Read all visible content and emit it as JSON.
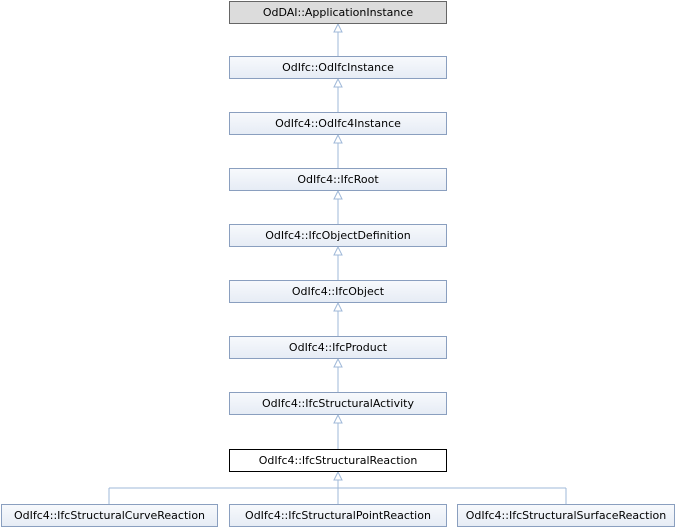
{
  "hierarchy": {
    "ancestors": [
      {
        "label": "OdDAI::ApplicationInstance"
      },
      {
        "label": "OdIfc::OdIfcInstance"
      },
      {
        "label": "OdIfc4::OdIfc4Instance"
      },
      {
        "label": "OdIfc4::IfcRoot"
      },
      {
        "label": "OdIfc4::IfcObjectDefinition"
      },
      {
        "label": "OdIfc4::IfcObject"
      },
      {
        "label": "OdIfc4::IfcProduct"
      },
      {
        "label": "OdIfc4::IfcStructuralActivity"
      }
    ],
    "current": {
      "label": "OdIfc4::IfcStructuralReaction"
    },
    "children": [
      {
        "label": "OdIfc4::IfcStructuralCurveReaction"
      },
      {
        "label": "OdIfc4::IfcStructuralPointReaction"
      },
      {
        "label": "OdIfc4::IfcStructuralSurfaceReaction"
      }
    ]
  },
  "colors": {
    "edge": "#9fb8d8",
    "node_border": "#8a9fbf",
    "root_fill": "#dcdcdc",
    "current_border": "#000000"
  }
}
